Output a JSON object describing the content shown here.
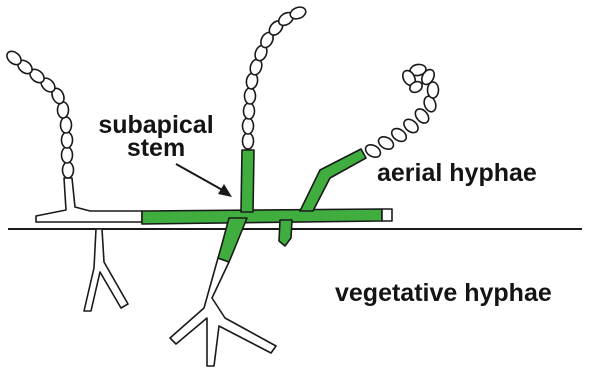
{
  "labels": {
    "subapical_line1": "subapical",
    "subapical_line2": "stem",
    "aerial": "aerial hyphae",
    "vegetative": "vegetative hyphae"
  },
  "colors": {
    "subapical_stem": "#3fae3f",
    "outline": "#1a1a1a",
    "background": "#ffffff"
  }
}
